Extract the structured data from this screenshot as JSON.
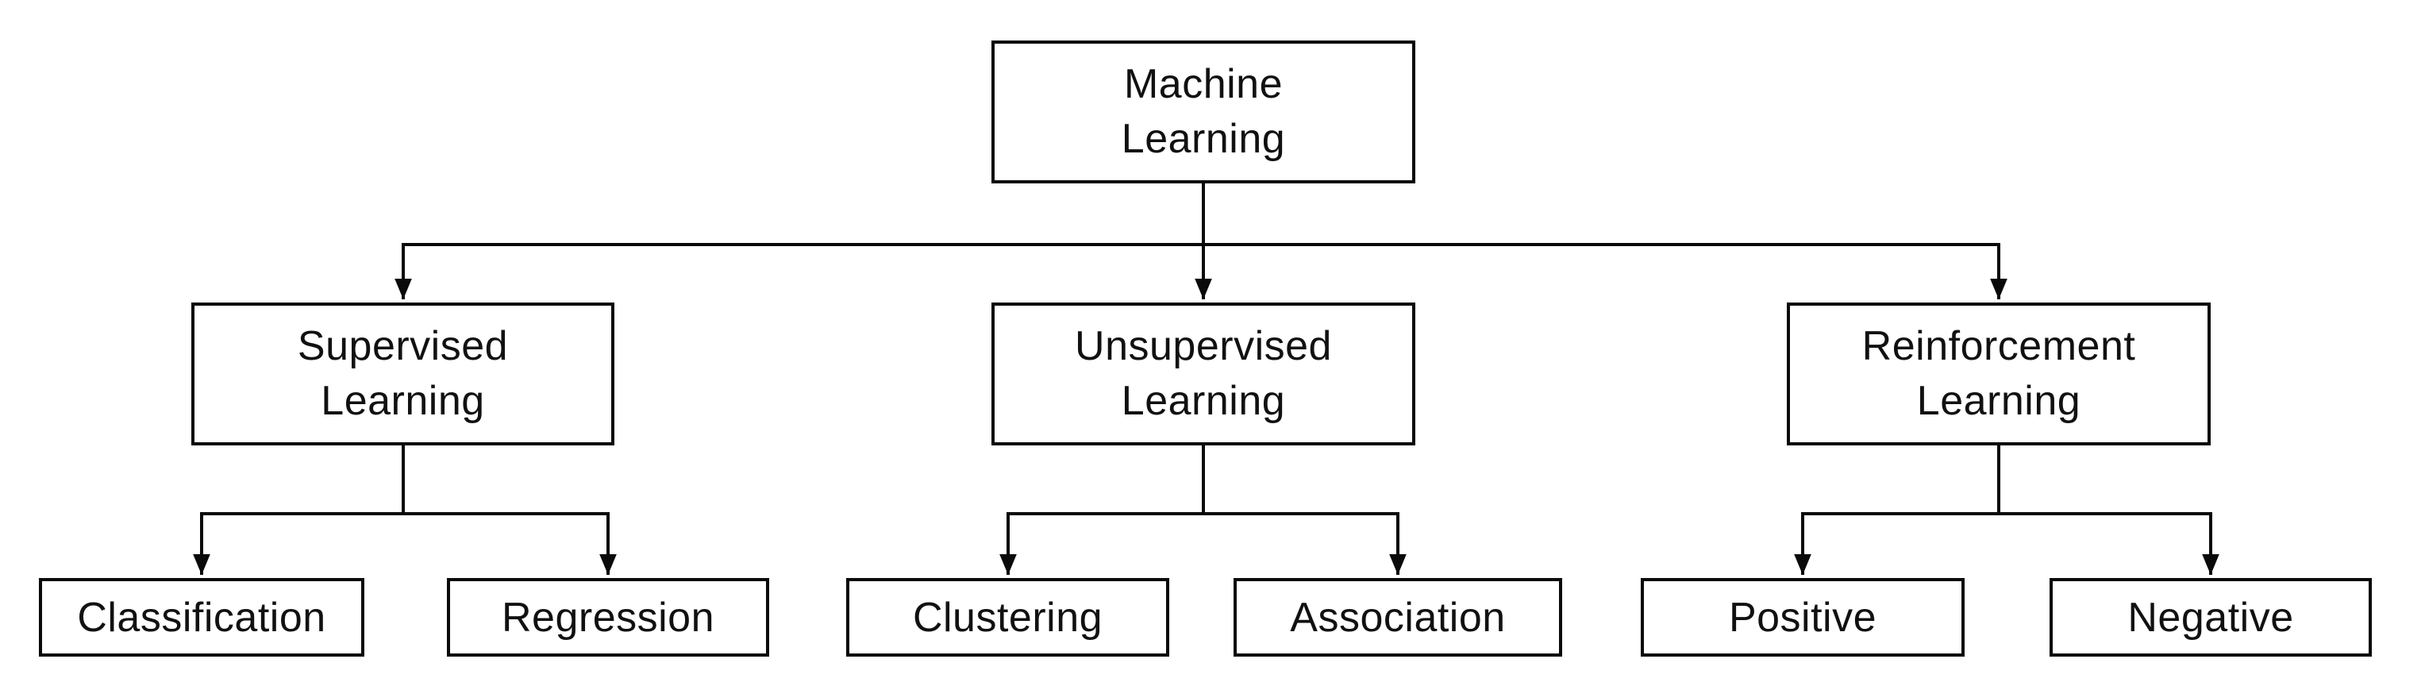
{
  "diagram": {
    "type": "tree",
    "background_color": "#ffffff",
    "line_color": "#0a0a0a",
    "text_color": "#111111",
    "root": {
      "label": "Machine\nLearning",
      "children": [
        {
          "label": "Supervised\nLearning",
          "children": [
            {
              "label": "Classification"
            },
            {
              "label": "Regression"
            }
          ]
        },
        {
          "label": "Unsupervised\nLearning",
          "children": [
            {
              "label": "Clustering"
            },
            {
              "label": "Association"
            }
          ]
        },
        {
          "label": "Reinforcement\nLearning",
          "children": [
            {
              "label": "Positive"
            },
            {
              "label": "Negative"
            }
          ]
        }
      ]
    }
  }
}
